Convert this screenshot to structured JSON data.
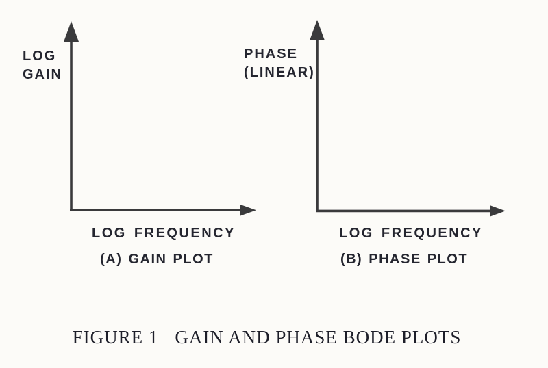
{
  "figure": {
    "caption": {
      "label": "FIGURE 1",
      "title": "GAIN AND PHASE BODE PLOTS"
    },
    "plots": [
      {
        "id": "gain-plot",
        "y_axis_label_lines": [
          "LOG",
          "GAIN"
        ],
        "x_axis_label": "LOG FREQUENCY",
        "subtitle": "(A) GAIN PLOT"
      },
      {
        "id": "phase-plot",
        "y_axis_label_lines": [
          "PHASE",
          "(LINEAR)"
        ],
        "x_axis_label": "LOG FREQUENCY",
        "subtitle": "(B) PHASE PLOT"
      }
    ],
    "colors": {
      "ink": "#24252f",
      "axis": "#3a3a3c",
      "background": "#fcfbf8",
      "caption_ink": "#1d1e29"
    }
  }
}
